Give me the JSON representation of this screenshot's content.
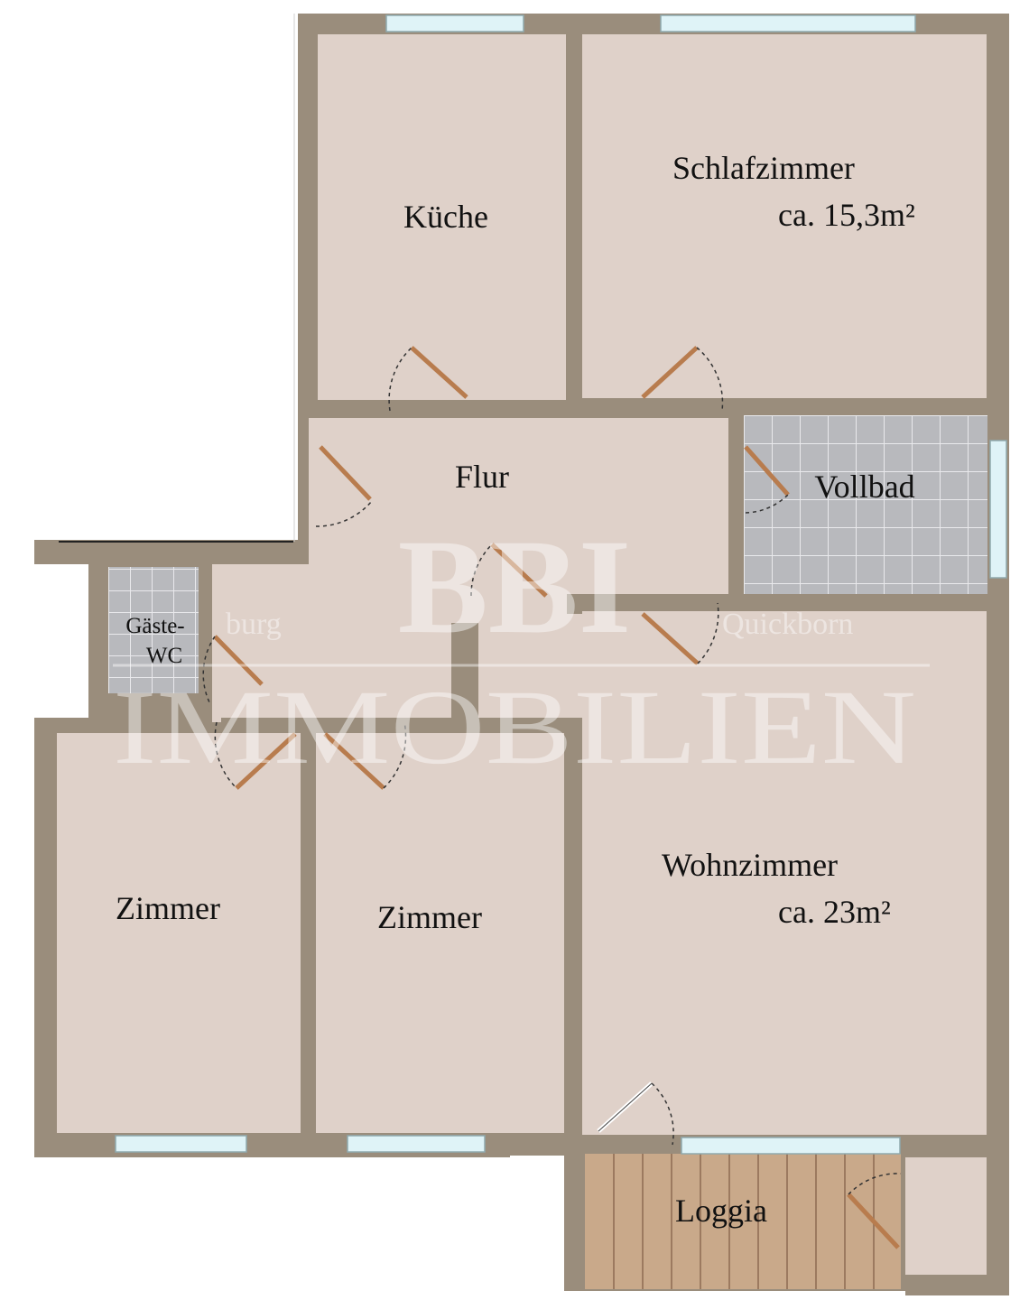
{
  "colors": {
    "wall": "#9a8d7c",
    "floor": "#dfd1c9",
    "tile": "#b8b9bd",
    "tile_grout": "#e9e9ec",
    "wood": "#c9a98a",
    "wood_line": "#9c7a60",
    "door": "#b87c4e",
    "window": "#dff3f7",
    "watermark": "#ffffff"
  },
  "rooms": {
    "kueche": {
      "name": "Küche"
    },
    "schlafzimmer": {
      "name": "Schlafzimmer",
      "area": "ca. 15,3m²"
    },
    "flur": {
      "name": "Flur"
    },
    "vollbad": {
      "name": "Vollbad"
    },
    "gaeste_wc": {
      "name_line1": "Gäste-",
      "name_line2": "WC"
    },
    "zimmer_left": {
      "name": "Zimmer"
    },
    "zimmer_mid": {
      "name": "Zimmer"
    },
    "wohnzimmer": {
      "name": "Wohnzimmer",
      "area": "ca. 23m²"
    },
    "loggia": {
      "name": "Loggia"
    }
  },
  "watermark": {
    "logo": "BBI",
    "left_city": "burg",
    "right_city": "Quickborn",
    "company": "IMMOBILIEN"
  }
}
